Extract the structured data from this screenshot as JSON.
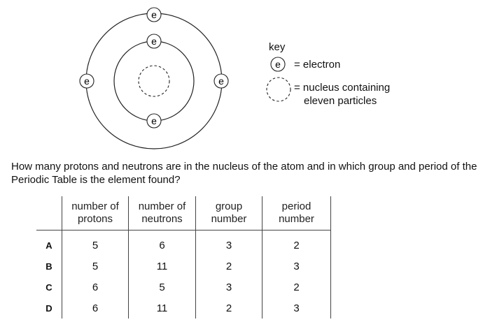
{
  "diagram": {
    "electron_symbol": "e"
  },
  "key": {
    "title": "key",
    "electron_symbol": "e",
    "electron_label": "= electron",
    "nucleus_label_line1": "= nucleus containing",
    "nucleus_label_line2": "eleven particles"
  },
  "question": {
    "text": "How many protons and neutrons are in the nucleus of the atom and in which group and period of the Periodic Table is the element found?"
  },
  "table": {
    "headers": [
      "",
      [
        "number of",
        "protons"
      ],
      [
        "number of",
        "neutrons"
      ],
      [
        "group",
        "number"
      ],
      [
        "period",
        "number"
      ]
    ],
    "rows": [
      {
        "option": "A",
        "protons": "5",
        "neutrons": "6",
        "group": "3",
        "period": "2"
      },
      {
        "option": "B",
        "protons": "5",
        "neutrons": "11",
        "group": "2",
        "period": "3"
      },
      {
        "option": "C",
        "protons": "6",
        "neutrons": "5",
        "group": "3",
        "period": "2"
      },
      {
        "option": "D",
        "protons": "6",
        "neutrons": "11",
        "group": "2",
        "period": "3"
      }
    ]
  }
}
